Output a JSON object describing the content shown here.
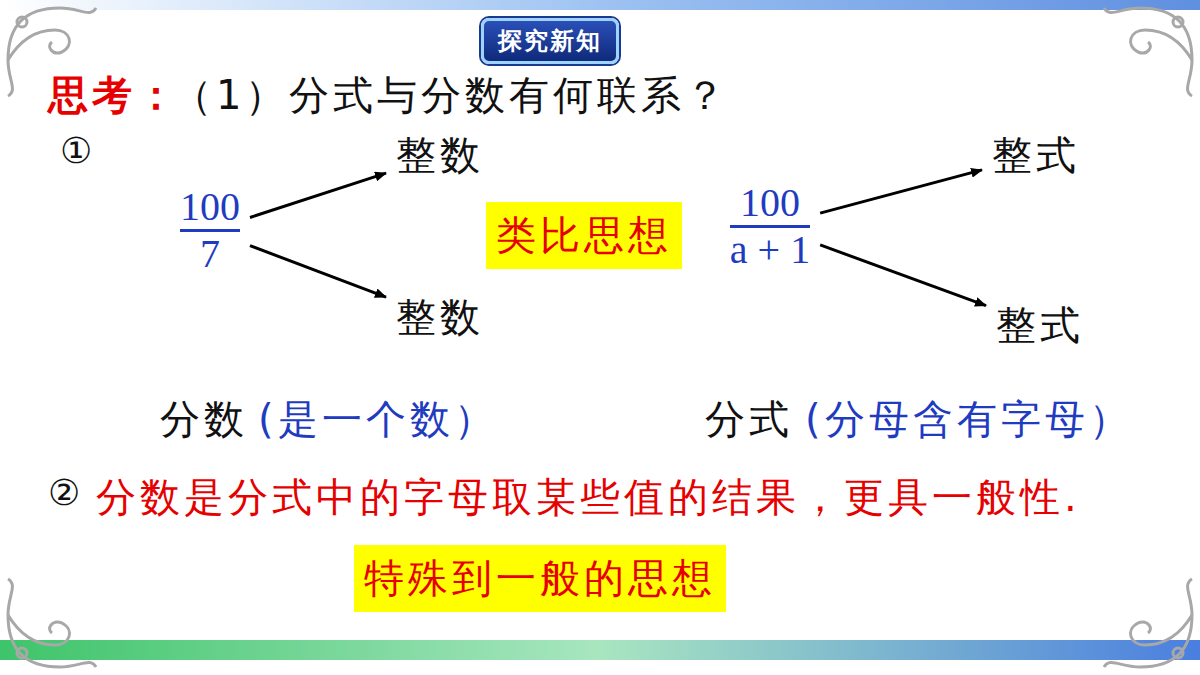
{
  "diagram": {
    "nodes": [
      {
        "text": [
          "探究新知"
        ]
      },
      {
        "text": [
          "100",
          "7"
        ]
      },
      {
        "text": [
          "整数"
        ]
      },
      {
        "text": [
          "整数"
        ]
      },
      {
        "text": [
          "类比思想"
        ]
      },
      {
        "text": [
          "100",
          "a + 1"
        ]
      },
      {
        "text": [
          "整式"
        ]
      },
      {
        "text": [
          "整式"
        ]
      },
      {
        "text": [
          "特殊到一般的思想"
        ]
      }
    ],
    "edges": [
      {
        "from": 1,
        "to": 2,
        "arrow": "to"
      },
      {
        "from": 1,
        "to": 3,
        "arrow": "to"
      },
      {
        "from": 5,
        "to": 6,
        "arrow": "to"
      },
      {
        "from": 5,
        "to": 7,
        "arrow": "to"
      }
    ],
    "labels": [
      "思考：",
      "（1）分式与分数有何联系？",
      "①",
      "分数",
      "(是一个数）",
      "分式",
      "(分母含有字母）",
      "②",
      "分数是分式中的字母取某些值的结果，更具一般性."
    ]
  }
}
